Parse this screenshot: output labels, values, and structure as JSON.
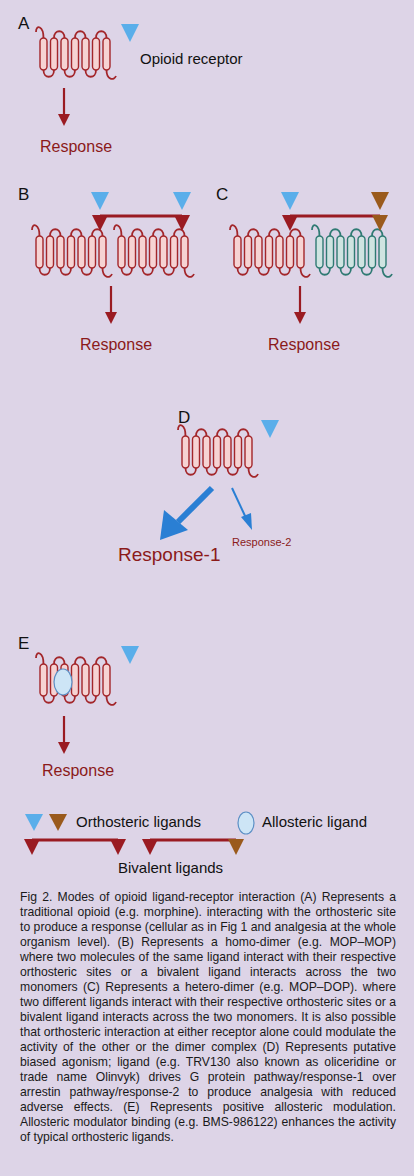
{
  "diagram": {
    "caption": "Fig 2. Modes of opioid ligand-receptor interaction (A) Represents a traditional opioid (e.g. morphine). interacting with the orthosteric site to produce a response (cellular as in Fig 1 and analgesia at the whole organism level). (B) Represents a homo-dimer (e.g. MOP–MOP) where two molecules of the same ligand interact with their respective orthosteric sites or a bivalent ligand interacts across the two monomers (C) Represents a hetero-dimer (e.g. MOP–DOP). where two different ligands interact with their respective orthosteric sites or a bivalent ligand interacts across the two monomers. It is also possible that orthosteric interaction at either receptor alone could modulate the activity of the other or the dimer complex (D) Represents putative biased agonism; ligand (e.g. TRV130 also known as oliceridine or trade name Olinvyk) drives G protein pathway/response-1 over arrestin pathway/response-2 to produce analgesia with reduced adverse effects. (E) Represents positive allosteric modulation. Allosteric modulator binding (e.g. BMS-986122) enhances the activity of typical orthosteric ligands.",
    "labels": [
      "A",
      "Opioid receptor",
      "Response",
      "B",
      "C",
      "Response",
      "Response",
      "D",
      "Response-1",
      "Response-2",
      "E",
      "Response"
    ],
    "legend": [
      {
        "text": "Orthosteric ligands"
      },
      {
        "text": "Allosteric ligand"
      },
      {
        "text": "Bivalent ligands"
      }
    ]
  }
}
